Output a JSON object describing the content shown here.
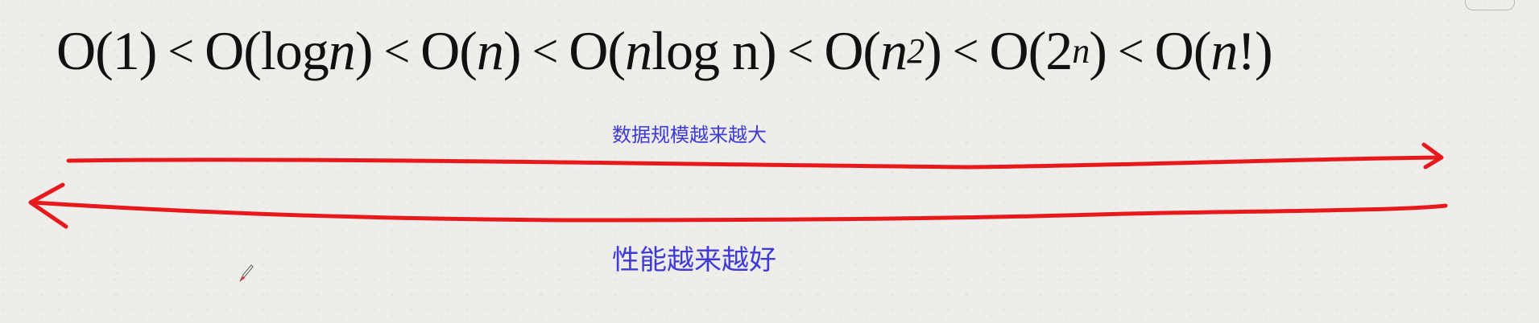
{
  "formula": {
    "terms": [
      {
        "id": "o1",
        "pre": "O(1)",
        "it": "",
        "post": "",
        "sup": ""
      },
      {
        "id": "ologn",
        "pre": "O(log ",
        "it": "n",
        "post": ")",
        "sup": ""
      },
      {
        "id": "on",
        "pre": "O(",
        "it": "n",
        "post": ")",
        "sup": ""
      },
      {
        "id": "onlogn",
        "pre": "O(",
        "it": "n",
        "post": " log n)",
        "sup": ""
      },
      {
        "id": "on2",
        "pre": "O(",
        "it": "n",
        "post": ")",
        "sup": "2"
      },
      {
        "id": "o2n",
        "pre": "O(2",
        "it": "",
        "post": ")",
        "sup": "n"
      },
      {
        "id": "onfact",
        "pre": "O(",
        "it": "n",
        "post": "!)",
        "sup": ""
      }
    ],
    "relation": "<"
  },
  "labels": {
    "top": "数据规模越来越大",
    "bottom": "性能越来越好"
  },
  "colors": {
    "arrow": "#e8191c",
    "label": "#3d3ad6",
    "formula": "#111111"
  }
}
